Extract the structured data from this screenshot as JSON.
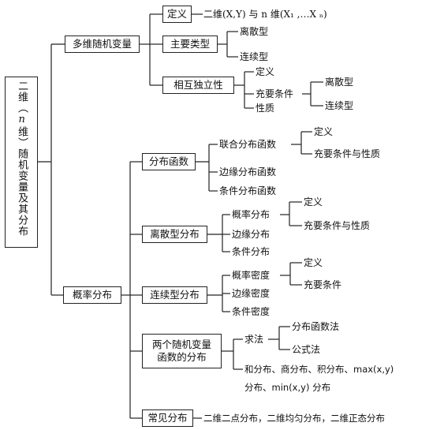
{
  "root": {
    "line1": "二维（",
    "line2": "n",
    "line3": "维）随机变量及其分布"
  },
  "multi": {
    "label": "多维随机变量",
    "definition": {
      "label": "定义",
      "text": "二维(X,Y) 与 n 维(X₁ ,…X ₙ)"
    },
    "main_types": {
      "label": "主要类型",
      "items": [
        "离散型",
        "连续型"
      ]
    },
    "independence": {
      "label": "相互独立性",
      "definition": "定义",
      "condition": "充要条件",
      "property": "性质",
      "sub": [
        "离散型",
        "连续型"
      ]
    }
  },
  "prob": {
    "label": "概率分布",
    "dist_func": {
      "label": "分布函数",
      "joint": "联合分布函数",
      "joint_items": [
        "定义",
        "充要条件与性质"
      ],
      "marginal": "边缘分布函数",
      "conditional": "条件分布函数"
    },
    "discrete": {
      "label": "离散型分布",
      "prob": "概率分布",
      "prob_items": [
        "定义",
        "充要条件与性质"
      ],
      "marginal": "边缘分布",
      "conditional": "条件分布"
    },
    "continuous": {
      "label": "连续型分布",
      "density": "概率密度",
      "density_items": [
        "定义",
        "充要条件"
      ],
      "marginal": "边缘密度",
      "conditional": "条件密度"
    },
    "function_dist": {
      "label_1": "两个随机变量",
      "label_2": "函数的分布",
      "method": "求法",
      "method_items": [
        "分布函数法",
        "公式法"
      ],
      "types_1": "和分布、商分布、积分布、max(x,y)",
      "types_2": "分布、min(x,y) 分布"
    },
    "common": {
      "label": "常见分布",
      "text": "二维二点分布，二维均匀分布，二维正态分布"
    }
  }
}
